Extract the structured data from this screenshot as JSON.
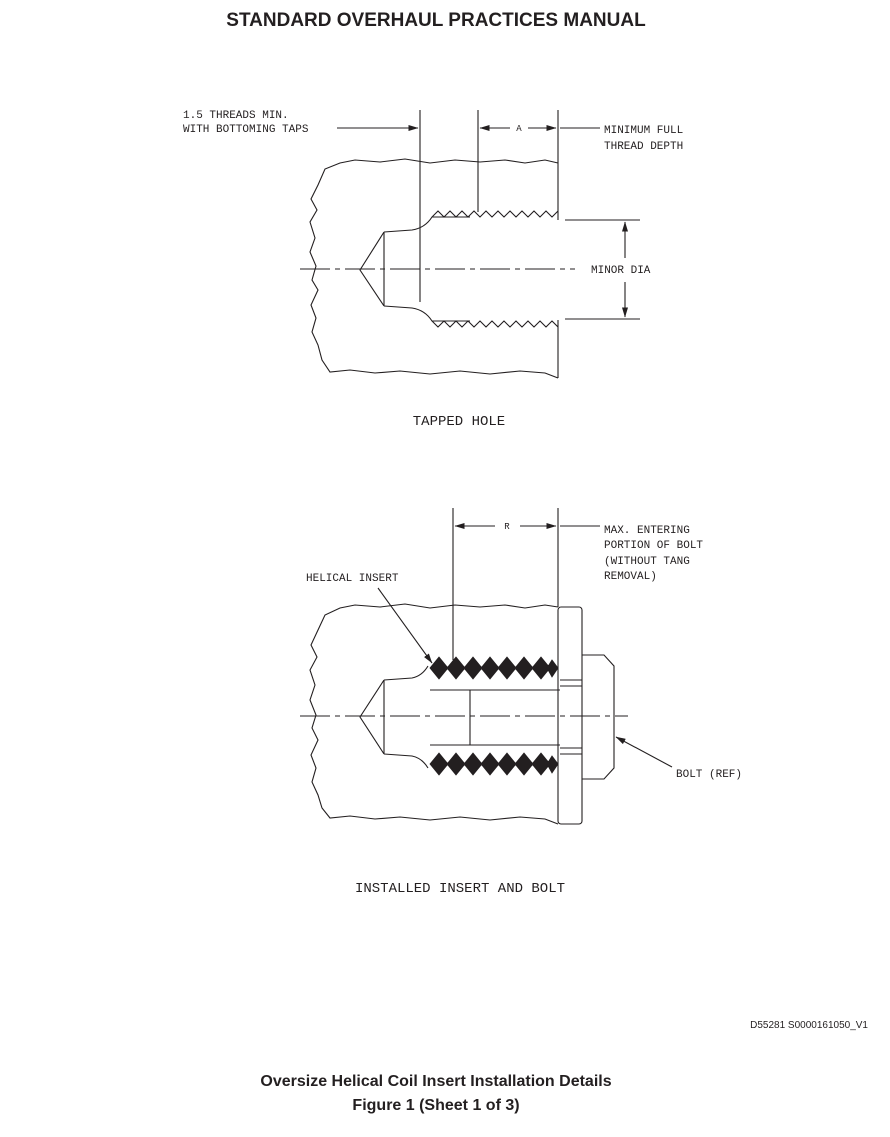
{
  "header": {
    "title": "STANDARD OVERHAUL PRACTICES MANUAL"
  },
  "figure_top": {
    "callout_threads": [
      "1.5 THREADS MIN.",
      "WITH BOTTOMING TAPS"
    ],
    "dim_label": "A",
    "callout_depth": [
      "MINIMUM FULL",
      "THREAD DEPTH"
    ],
    "minor_dia": "MINOR DIA",
    "caption": "TAPPED HOLE"
  },
  "figure_bottom": {
    "dim_label": "R",
    "callout_bolt_portion": [
      "MAX. ENTERING",
      "PORTION OF BOLT",
      "(WITHOUT TANG",
      "REMOVAL)"
    ],
    "helical_insert": "HELICAL INSERT",
    "bolt_ref": "BOLT (REF)",
    "caption": "INSTALLED INSERT AND BOLT"
  },
  "figure_id": "D55281 S0000161050_V1",
  "figure_title": {
    "line1": "Oversize Helical Coil Insert Installation Details",
    "line2": "Figure 1  (Sheet 1 of 3)"
  }
}
